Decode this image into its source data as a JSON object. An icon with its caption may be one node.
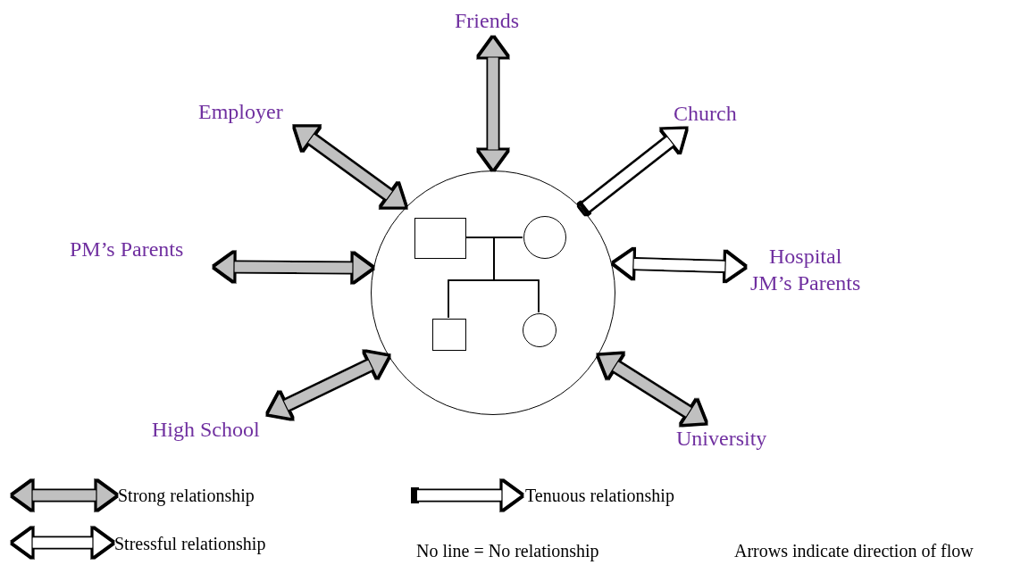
{
  "diagram": {
    "nodes": [
      {
        "text": [],
        "shape": "circle"
      },
      {
        "text": [],
        "shape": "box",
        "in": 0
      },
      {
        "text": [],
        "shape": "circle",
        "in": 0
      },
      {
        "text": [],
        "shape": "box",
        "in": 0
      },
      {
        "text": [],
        "shape": "circle",
        "in": 0
      },
      {
        "text": [
          "Friends"
        ]
      },
      {
        "text": [
          "Employer"
        ]
      },
      {
        "text": [
          "Church"
        ]
      },
      {
        "text": [
          "PM’s Parents"
        ]
      },
      {
        "text": [
          "Hospital",
          "JM’s Parents"
        ]
      },
      {
        "text": [
          "High School"
        ]
      },
      {
        "text": [
          "University"
        ]
      }
    ],
    "edges": [
      {
        "from": 5,
        "to": 0,
        "arrow": "both",
        "color": "#c0c0c0"
      },
      {
        "from": 6,
        "to": 0,
        "arrow": "both",
        "color": "#c0c0c0"
      },
      {
        "from": 0,
        "to": 7,
        "arrow": "to",
        "color": "#ffffff"
      },
      {
        "from": 8,
        "to": 0,
        "arrow": "both",
        "color": "#c0c0c0"
      },
      {
        "from": 0,
        "to": 9,
        "arrow": "both",
        "color": "#ffffff"
      },
      {
        "from": 10,
        "to": 0,
        "arrow": "both",
        "color": "#c0c0c0"
      },
      {
        "from": 11,
        "to": 0,
        "arrow": "both",
        "color": "#c0c0c0"
      },
      {
        "from": 1,
        "to": 2,
        "arrow": "none",
        "color": "#000000"
      },
      {
        "from": 1,
        "to": 3,
        "arrow": "none",
        "color": "#000000"
      },
      {
        "from": 1,
        "to": 4,
        "arrow": "none",
        "color": "#000000"
      },
      {
        "from": 2,
        "to": 3,
        "arrow": "none",
        "color": "#000000"
      },
      {
        "from": 2,
        "to": 4,
        "arrow": "none",
        "color": "#000000"
      }
    ],
    "labels": [
      "No line = No relationship",
      "Arrows indicate direction of flow"
    ],
    "legend": [
      {
        "text": "Strong relationship"
      },
      {
        "text": "Tenuous relationship"
      },
      {
        "text": "Stressful relationship"
      }
    ]
  }
}
